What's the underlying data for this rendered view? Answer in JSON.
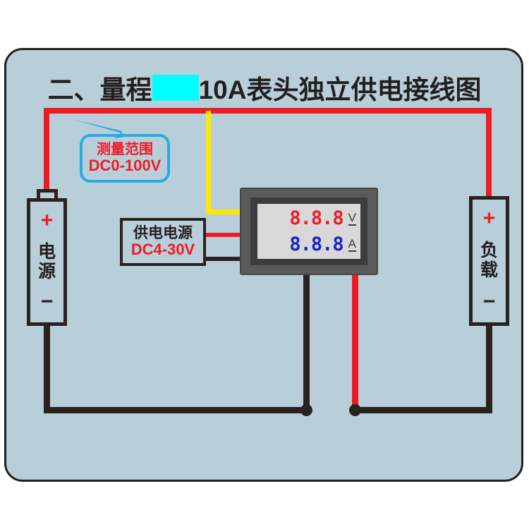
{
  "title": {
    "prefix": "二、量程",
    "highlight": "",
    "suffix": "10A表头独立供电接线图"
  },
  "callout": {
    "name": "measurement-range-callout",
    "line1": "测量范围",
    "line2": "DC0-100V",
    "border_color": "#29abe2",
    "text_color": "#ed1c24"
  },
  "supply_box": {
    "line1": "供电电源",
    "line2": "DC4-30V",
    "line1_color": "#231f20",
    "line2_color": "#ed1c24"
  },
  "source_cell": {
    "plus": "+",
    "label": "电源",
    "minus": "−"
  },
  "load_cell": {
    "plus": "+",
    "label": "负载",
    "minus": "−"
  },
  "meter": {
    "voltage_digits": "8.8.8",
    "voltage_unit": "V",
    "current_digits": "8.8.8",
    "current_unit": "A",
    "voltage_color": "#ee1c25",
    "current_color": "#1a22c8",
    "lcd_color": "#d8d8d8",
    "bezel_color": "#5a5a5a"
  },
  "wires": {
    "red_color": "#ed1c24",
    "black_color": "#2b2220",
    "yellow_color": "#ffe800",
    "top_red_label": "red-top-rail",
    "yellow_label": "yellow-sense-wire",
    "junction_left_label": "junction-dot-left",
    "junction_right_label": "junction-dot-right"
  },
  "panel": {
    "background": "#b8cfda",
    "border": "#231f20"
  }
}
